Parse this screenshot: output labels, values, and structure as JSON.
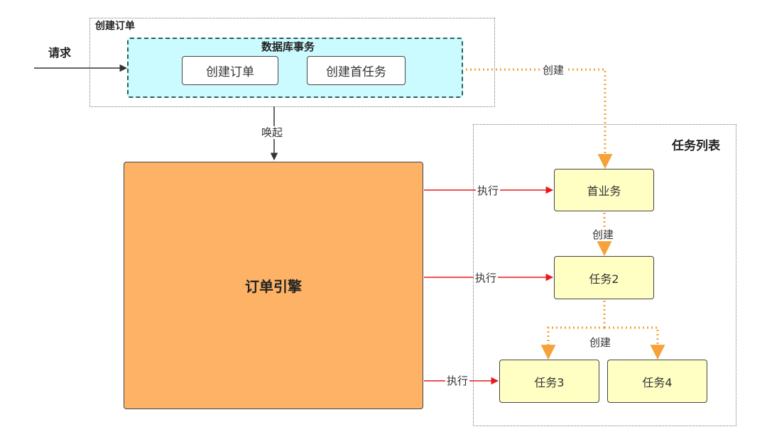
{
  "outer_group": {
    "title": "创建订单"
  },
  "request_label": "请求",
  "db_transaction": {
    "title": "数据库事务",
    "create_order": "创建订单",
    "create_first_task": "创建首任务"
  },
  "wake_label": "唤起",
  "create_edge_label": "创建",
  "engine": {
    "label": "订单引擎"
  },
  "task_list": {
    "title": "任务列表",
    "first_task": "首业务",
    "task2": "任务2",
    "task3": "任务3",
    "task4": "任务4",
    "create_label_1": "创建",
    "create_label_2": "创建"
  },
  "execute_labels": [
    "执行",
    "执行",
    "执行"
  ],
  "colors": {
    "db_fill": "#ccfbff",
    "engine_fill": "#fdb266",
    "task_fill": "#ffffc4",
    "execute_arrow": "#e8191c",
    "create_arrow": "#f5a23a"
  }
}
